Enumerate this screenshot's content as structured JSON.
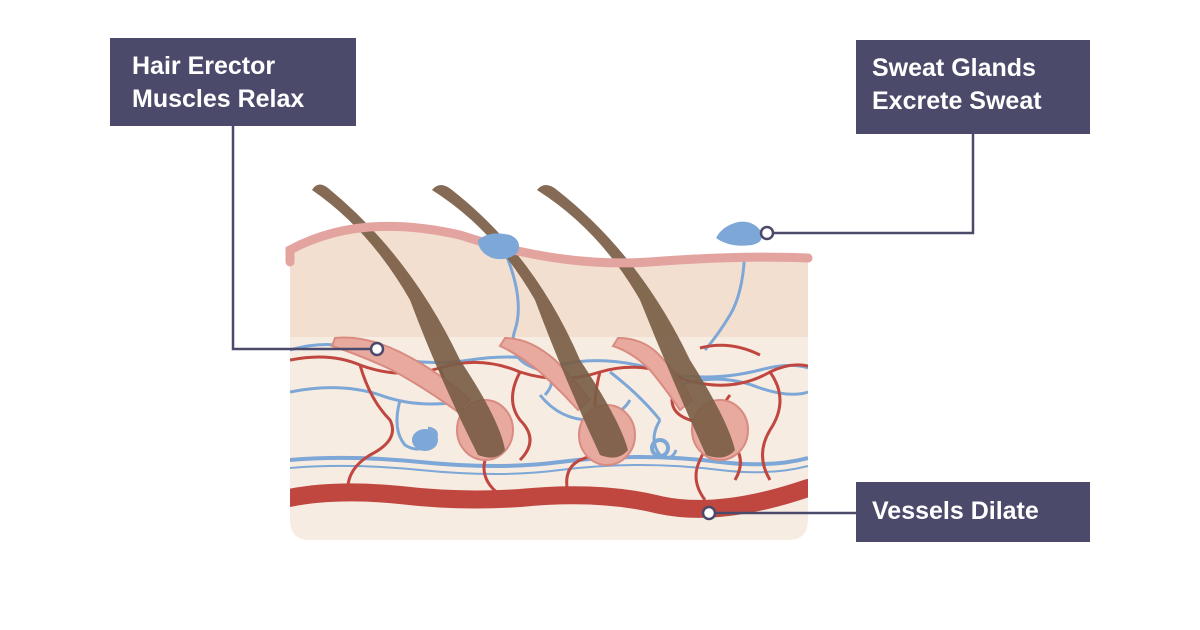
{
  "labels": {
    "hair_erector": "Hair Erector\nMuscles Relax",
    "sweat_glands": "Sweat Glands\nExcrete Sweat",
    "vessels": "Vessels Dilate"
  },
  "colors": {
    "label_bg": "#4b4a6a",
    "label_text": "#ffffff",
    "epidermis": "#f3dfcf",
    "dermis": "#f7ece2",
    "skin_surface": "#e3a4a0",
    "hair": "#7b5e47",
    "muscle": "#e8a99e",
    "artery": "#c0473f",
    "vein": "#7da7d6",
    "sweat": "#7da7d6",
    "leader_line": "#4b4a6a"
  }
}
